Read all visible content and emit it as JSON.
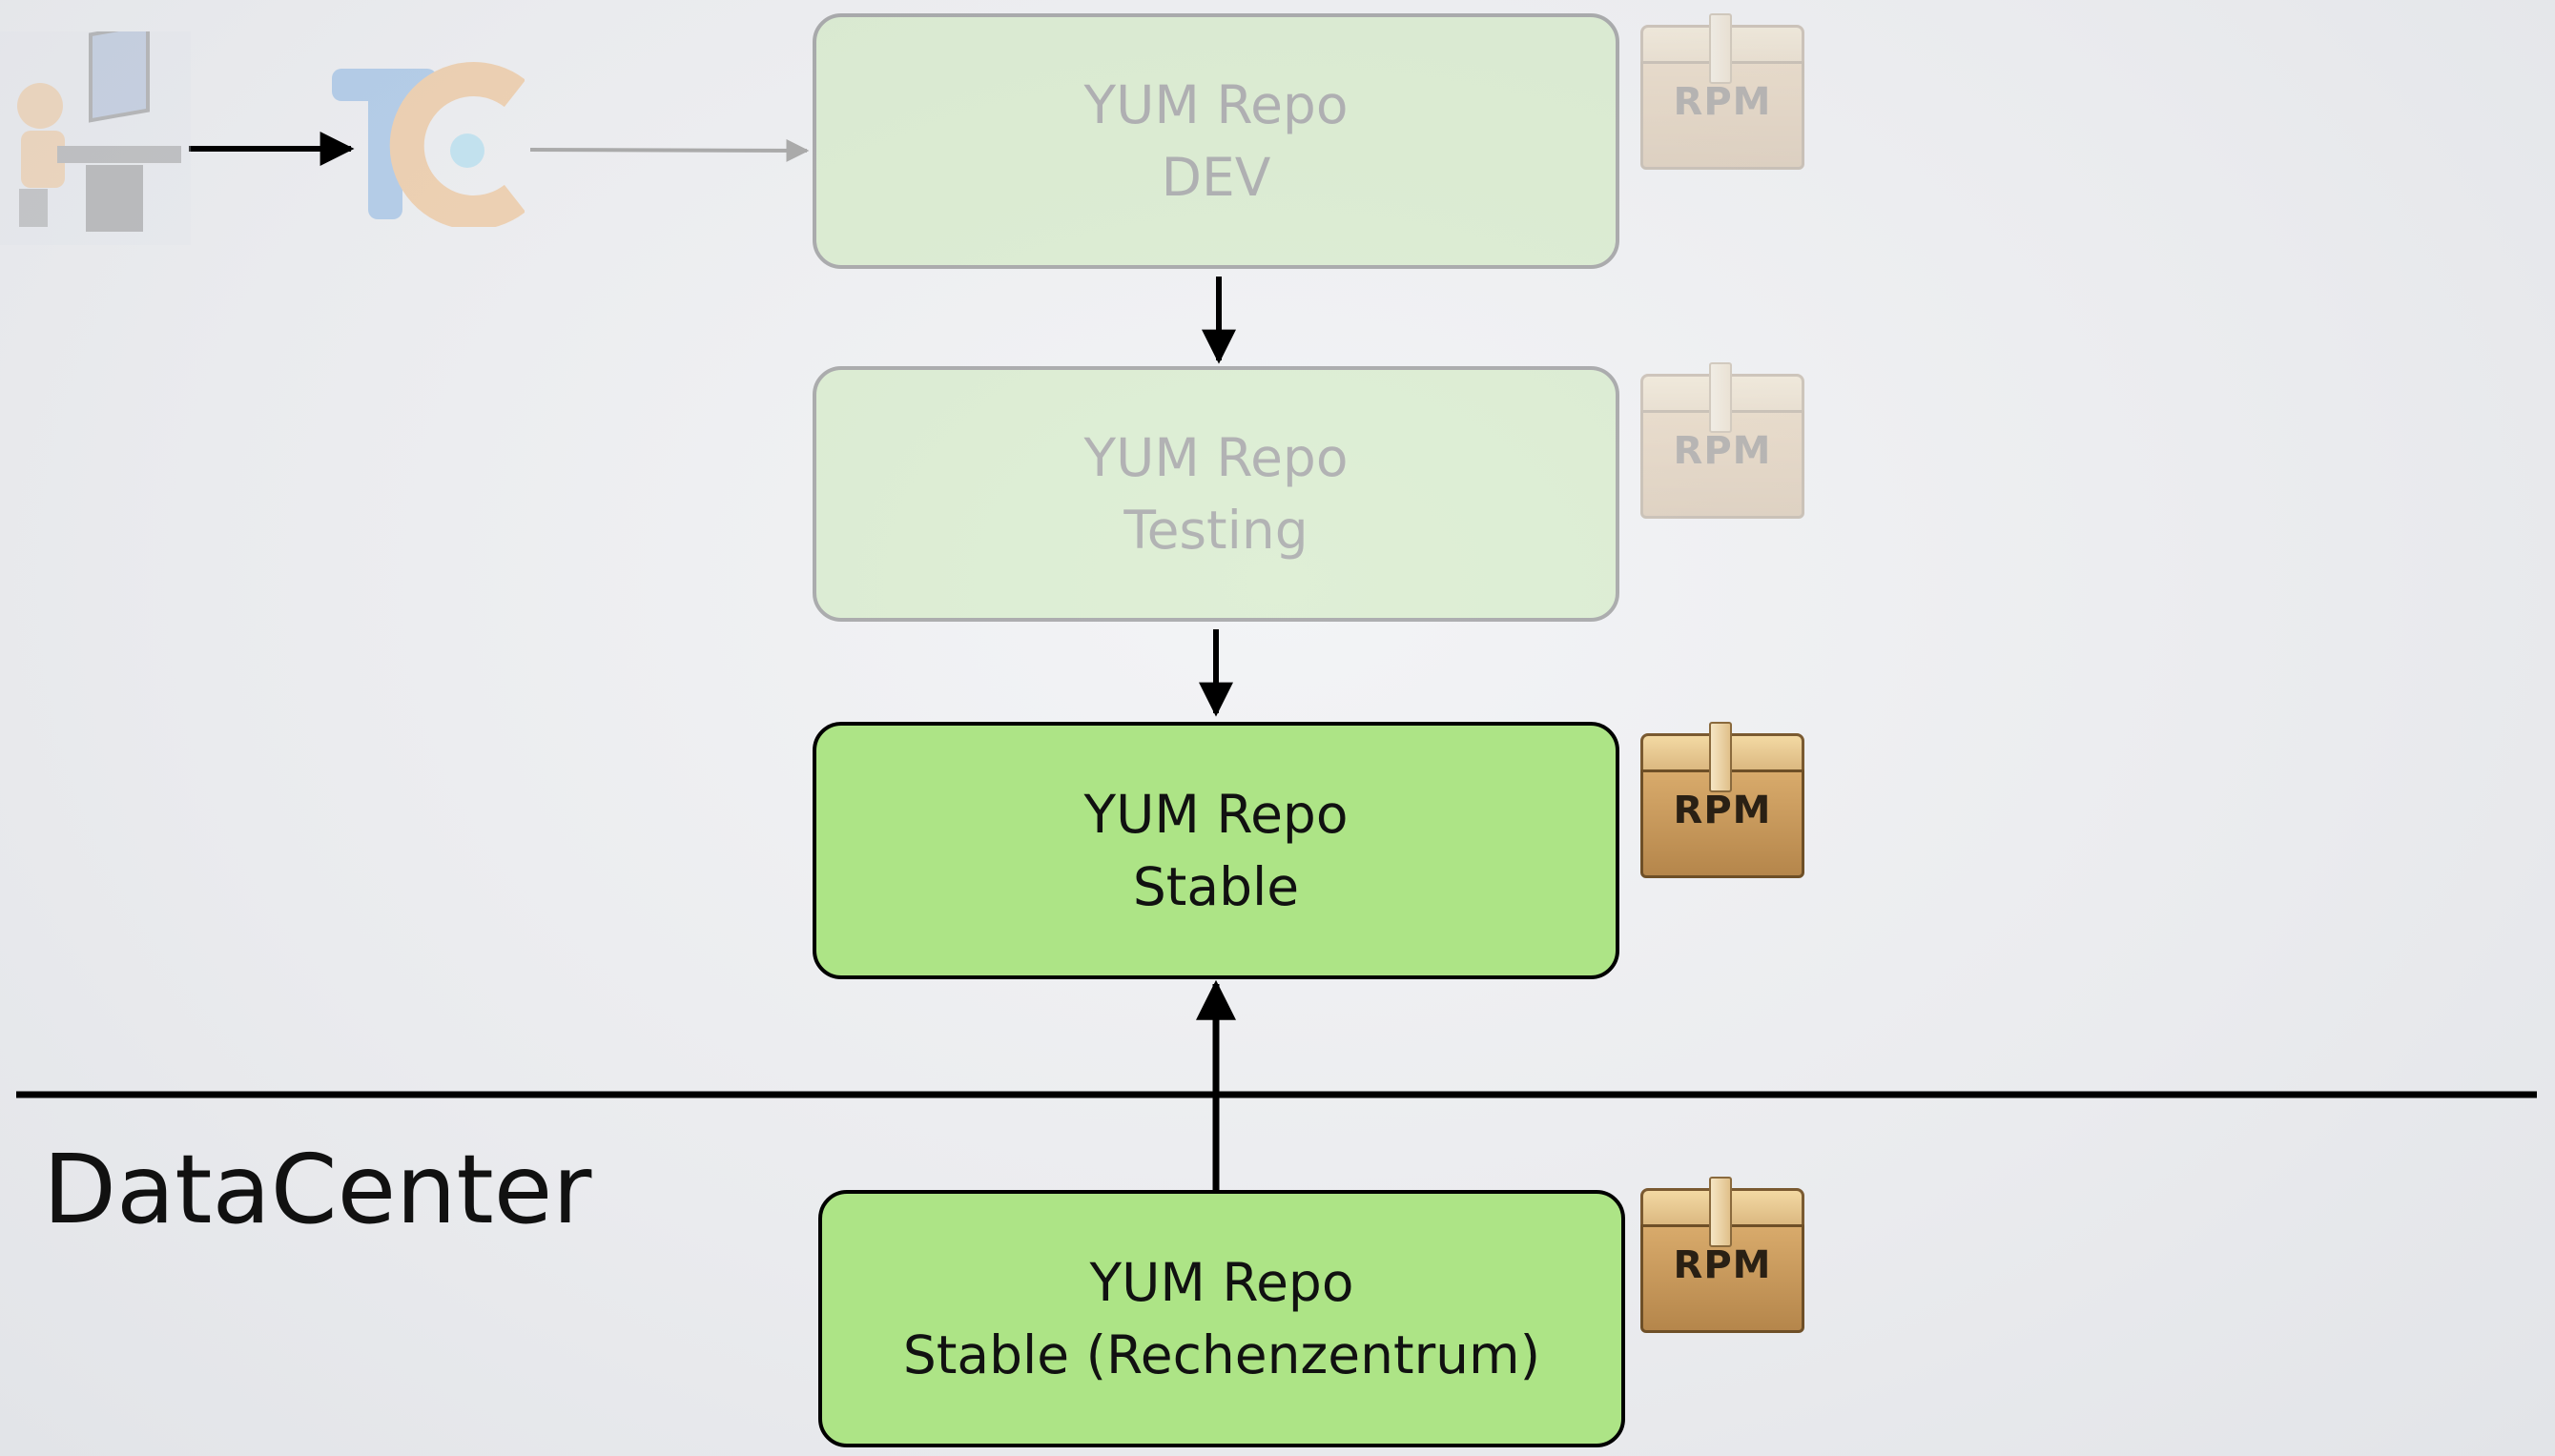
{
  "diagram": {
    "repos": [
      {
        "line1": "YUM Repo",
        "line2": "DEV"
      },
      {
        "line1": "YUM Repo",
        "line2": "Testing"
      },
      {
        "line1": "YUM Repo",
        "line2": "Stable"
      },
      {
        "line1": "YUM Repo",
        "line2": "Stable (Rechenzentrum)"
      }
    ],
    "rpm_label": "RPM",
    "datacenter_label": "DataCenter",
    "tc_logo": "TC",
    "colors": {
      "box_fill": "#ade486",
      "box_border": "#000000",
      "background": "#eceef0"
    },
    "icons": [
      "developer-workstation-icon",
      "teamcity-logo-icon",
      "rpm-package-icon"
    ]
  }
}
